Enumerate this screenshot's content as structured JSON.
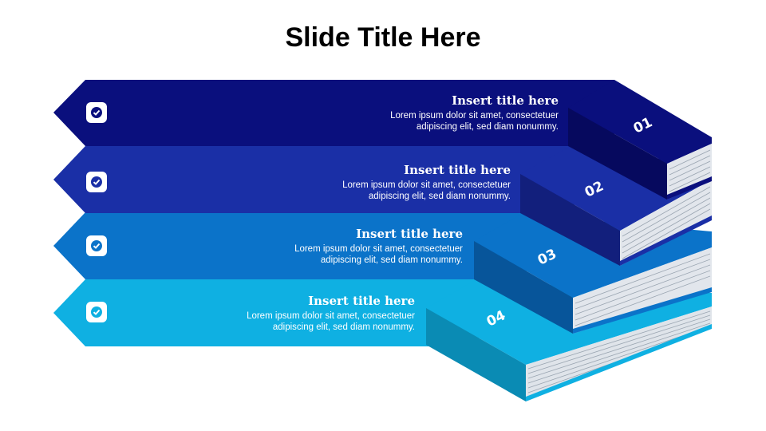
{
  "slide": {
    "title": "Slide Title Here"
  },
  "steps": [
    {
      "number": "01",
      "title": "Insert title here",
      "body": "Lorem ipsum dolor sit amet, consectetuer adipiscing elit, sed diam nonummy.",
      "color": "#0a0f7d",
      "book_side_color": "#06095e"
    },
    {
      "number": "02",
      "title": "Insert title here",
      "body": "Lorem ipsum dolor sit amet, consectetuer adipiscing elit, sed diam nonummy.",
      "color": "#1a2fa6",
      "book_side_color": "#121f7c"
    },
    {
      "number": "03",
      "title": "Insert title here",
      "body": "Lorem ipsum dolor sit amet, consectetuer adipiscing elit, sed diam nonummy.",
      "color": "#0b73c9",
      "book_side_color": "#07559a"
    },
    {
      "number": "04",
      "title": "Insert title here",
      "body": "Lorem ipsum dolor sit amet, consectetuer adipiscing elit, sed diam nonummy.",
      "color": "#0fb0e2",
      "book_side_color": "#0a8bb4"
    }
  ],
  "icons": {
    "step_marker": "check-icon"
  }
}
